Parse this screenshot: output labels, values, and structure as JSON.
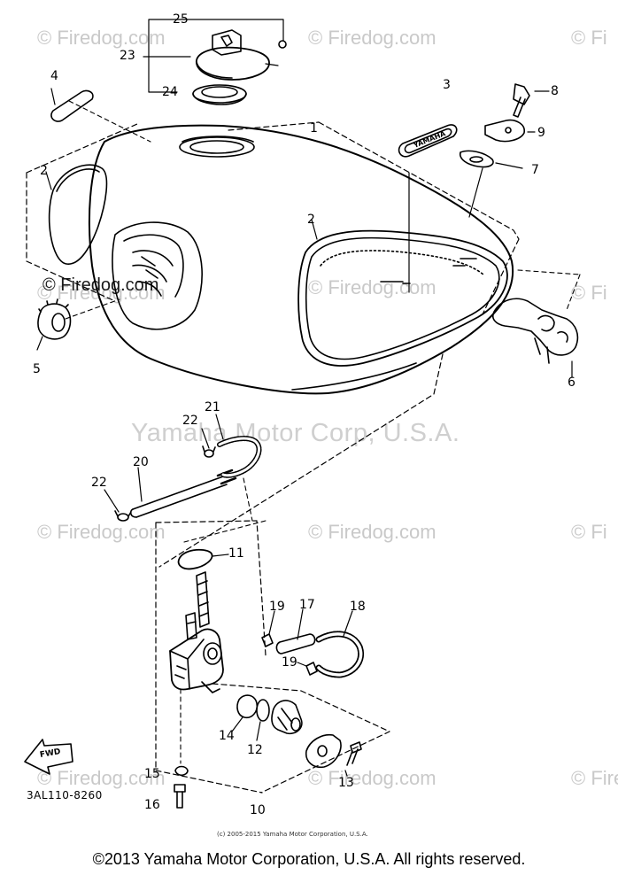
{
  "watermarks": {
    "firedog": "© Firedog.com",
    "firedog_partial_right": "© Fi",
    "firedog_partial_right_2": "© Fire",
    "firedog_dark": "© Firedog.com",
    "yamaha_center": "Yamaha Motor Corp, U.S.A."
  },
  "callouts": {
    "c1": "1",
    "c2a": "2",
    "c2b": "2",
    "c3": "3",
    "c4": "4",
    "c5": "5",
    "c6": "6",
    "c7": "7",
    "c8": "8",
    "c9": "9",
    "c10": "10",
    "c11": "11",
    "c12": "12",
    "c13": "13",
    "c14": "14",
    "c15": "15",
    "c16": "16",
    "c17": "17",
    "c18": "18",
    "c19a": "19",
    "c19b": "19",
    "c20": "20",
    "c21": "21",
    "c22a": "22",
    "c22b": "22",
    "c23": "23",
    "c24": "24",
    "c25": "25"
  },
  "emblem_text": "YAMAHA",
  "fwd_label": "FWD",
  "diagram_code": "3AL110-8260",
  "small_copyright": "(c) 2005-2015 Yamaha Motor Corporation, U.S.A.",
  "footer": "©2013 Yamaha Motor Corporation, U.S.A. All rights reserved."
}
